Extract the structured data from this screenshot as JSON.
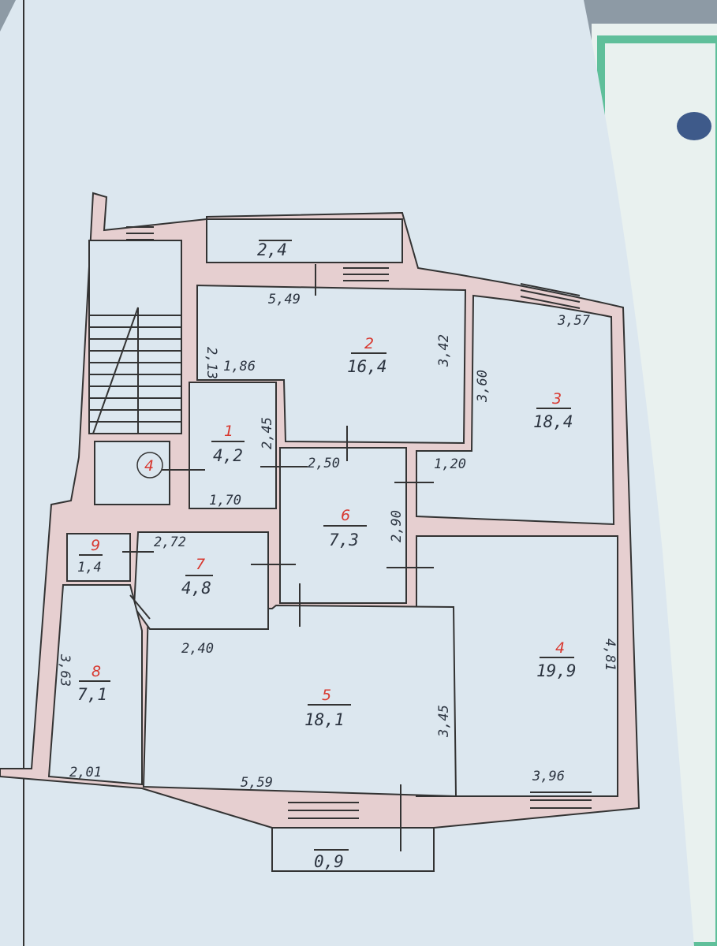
{
  "plan": {
    "rooms": [
      {
        "number": "1",
        "area": "4,2"
      },
      {
        "number": "2",
        "area": "16,4"
      },
      {
        "number": "3",
        "area": "18,4"
      },
      {
        "number": "4",
        "area": "19,9"
      },
      {
        "number": "5",
        "area": "18,1"
      },
      {
        "number": "6",
        "area": "7,3"
      },
      {
        "number": "7",
        "area": "4,8"
      },
      {
        "number": "8",
        "area": "7,1"
      },
      {
        "number": "9",
        "area": "1,4"
      }
    ],
    "balconies": {
      "top": "2,4",
      "bottom": "0,9"
    },
    "stair_marker": "4",
    "dimensions": {
      "room2_top": "5,49",
      "room2_left": "2,13",
      "room2_right": "3,42",
      "room2_step": "1,86",
      "room3_top": "3,57",
      "room3_left": "3,60",
      "room3_bottom": "1,20",
      "room1_right": "2,45",
      "room1_bottom": "1,70",
      "room6_top": "2,50",
      "room6_right": "2,90",
      "room7_top": "2,72",
      "room5_top": "2,40",
      "room5_right": "3,45",
      "room5_bottom": "5,59",
      "room8_left": "3,63",
      "room8_bottom": "2,01",
      "room4_right": "4,81",
      "room4_bottom": "3,96"
    }
  },
  "colors": {
    "wall": "#e6cfd0",
    "room_number": "#d8382f",
    "paper": "#dce7ef",
    "certificate_border": "#5fbf9a"
  }
}
